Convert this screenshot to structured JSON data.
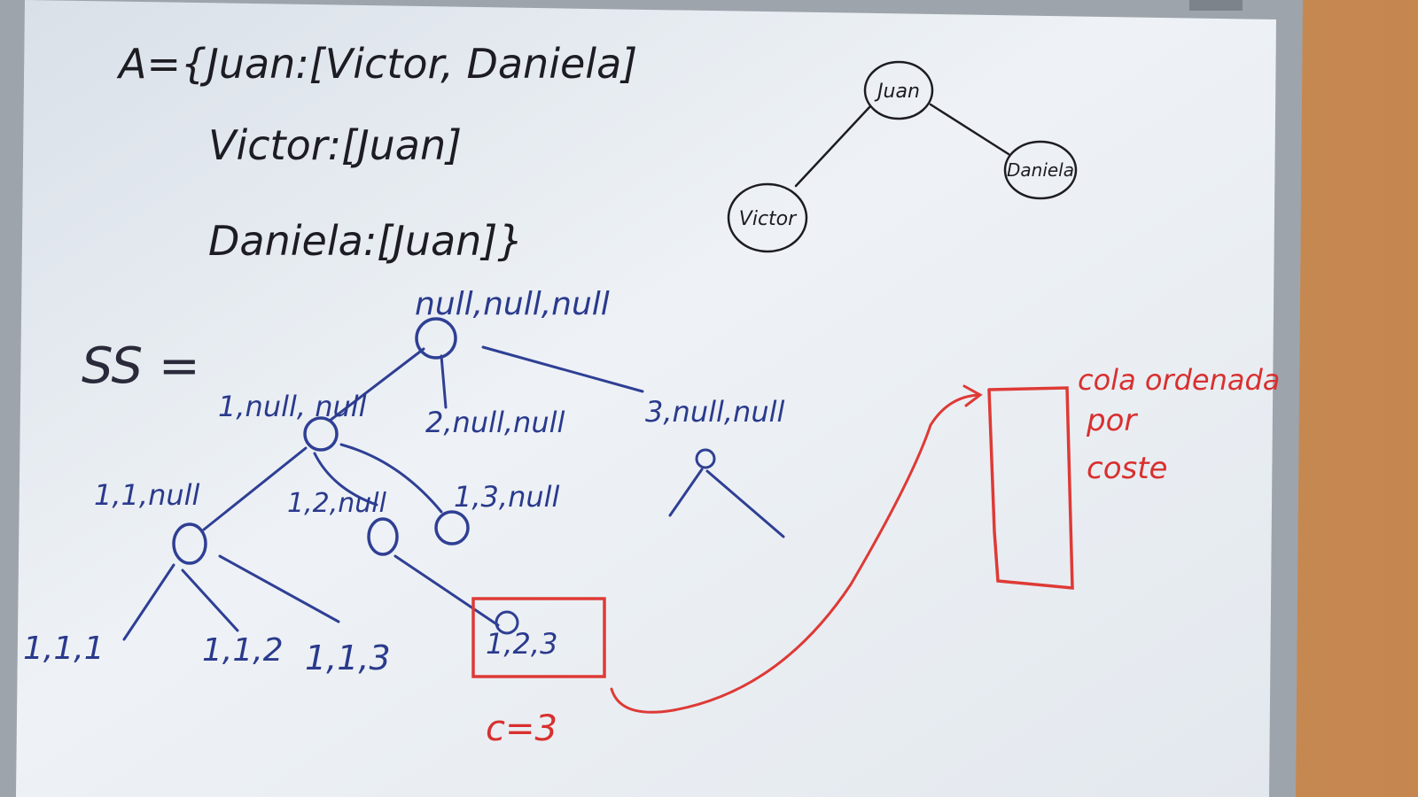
{
  "adjacency": {
    "line1": "A={Juan:[Victor, Daniela]",
    "line2": "Victor:[Juan]",
    "line3": "Daniela:[Juan]}"
  },
  "graph": {
    "nodes": [
      "Juan",
      "Victor",
      "Daniela"
    ]
  },
  "state_space": {
    "label": "SS =",
    "root": "null,null,null",
    "level1": [
      "1,null, null",
      "2,null,null",
      "3,null,null"
    ],
    "level2": [
      "1,1,null",
      "1,2,null",
      "1,3,null"
    ],
    "level3": [
      "1,1,1",
      "1,1,2",
      "1,1,3",
      "1,2,3"
    ],
    "cost": "c=3"
  },
  "queue": {
    "label_lines": [
      "cola ordenada",
      "por",
      "coste"
    ]
  },
  "colors": {
    "board": "#e9eef3",
    "black_marker": "#1c1c22",
    "blue_marker": "#2a3a8c",
    "red_marker": "#d8302f",
    "wall": "#c98a55"
  }
}
